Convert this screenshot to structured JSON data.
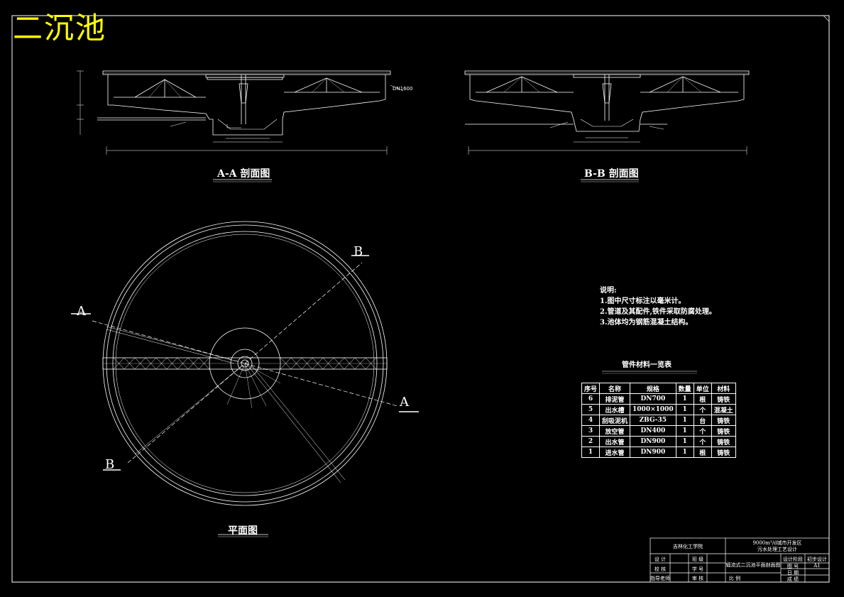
{
  "title": "二沉池",
  "views": {
    "section_aa": "A-A 剖面图",
    "section_bb": "B-B 剖面图",
    "plan": "平面图"
  },
  "labels": {
    "dn1600": "DN1600",
    "section_a": "A",
    "section_b": "B"
  },
  "notes": {
    "heading": "说明:",
    "items": [
      "1.图中尺寸标注以毫米计。",
      "2.管道及其配件,铁件采取防腐处理。",
      "3.池体均为钢筋混凝土结构。"
    ]
  },
  "materials_table": {
    "caption": "管件材料一览表",
    "headers": [
      "序号",
      "名称",
      "规格",
      "数量",
      "单位",
      "材料"
    ],
    "rows": [
      [
        "6",
        "排泥管",
        "DN700",
        "1",
        "根",
        "铸铁"
      ],
      [
        "5",
        "出水槽",
        "1000×1000",
        "1",
        "个",
        "混凝土"
      ],
      [
        "4",
        "刮吸泥机",
        "ZBG-35",
        "1",
        "台",
        "铸铁"
      ],
      [
        "3",
        "放空管",
        "DN400",
        "1",
        "个",
        "铸铁"
      ],
      [
        "2",
        "出水管",
        "DN900",
        "1",
        "个",
        "铸铁"
      ],
      [
        "1",
        "进水管",
        "DN900",
        "1",
        "根",
        "铸铁"
      ]
    ]
  },
  "title_block": {
    "school": "吉林化工学院",
    "project_line1": "9000m³/d城市开发区",
    "project_line2": "污水处理工艺设计",
    "drawing_name": "辐流式二沉池平面剖面图",
    "design_label": "设 计",
    "check_label": "校 核",
    "mentor_label": "指导老师",
    "class_label": "班 级",
    "number_label": "学 号",
    "review_label": "审 核",
    "scale_label": "比 例",
    "stage_label": "设计阶段",
    "stage_value": "初步设计",
    "sheet_label": "图 号",
    "sheet_value": "A1",
    "date_label": "日 期",
    "grade_label": "成 绩"
  }
}
